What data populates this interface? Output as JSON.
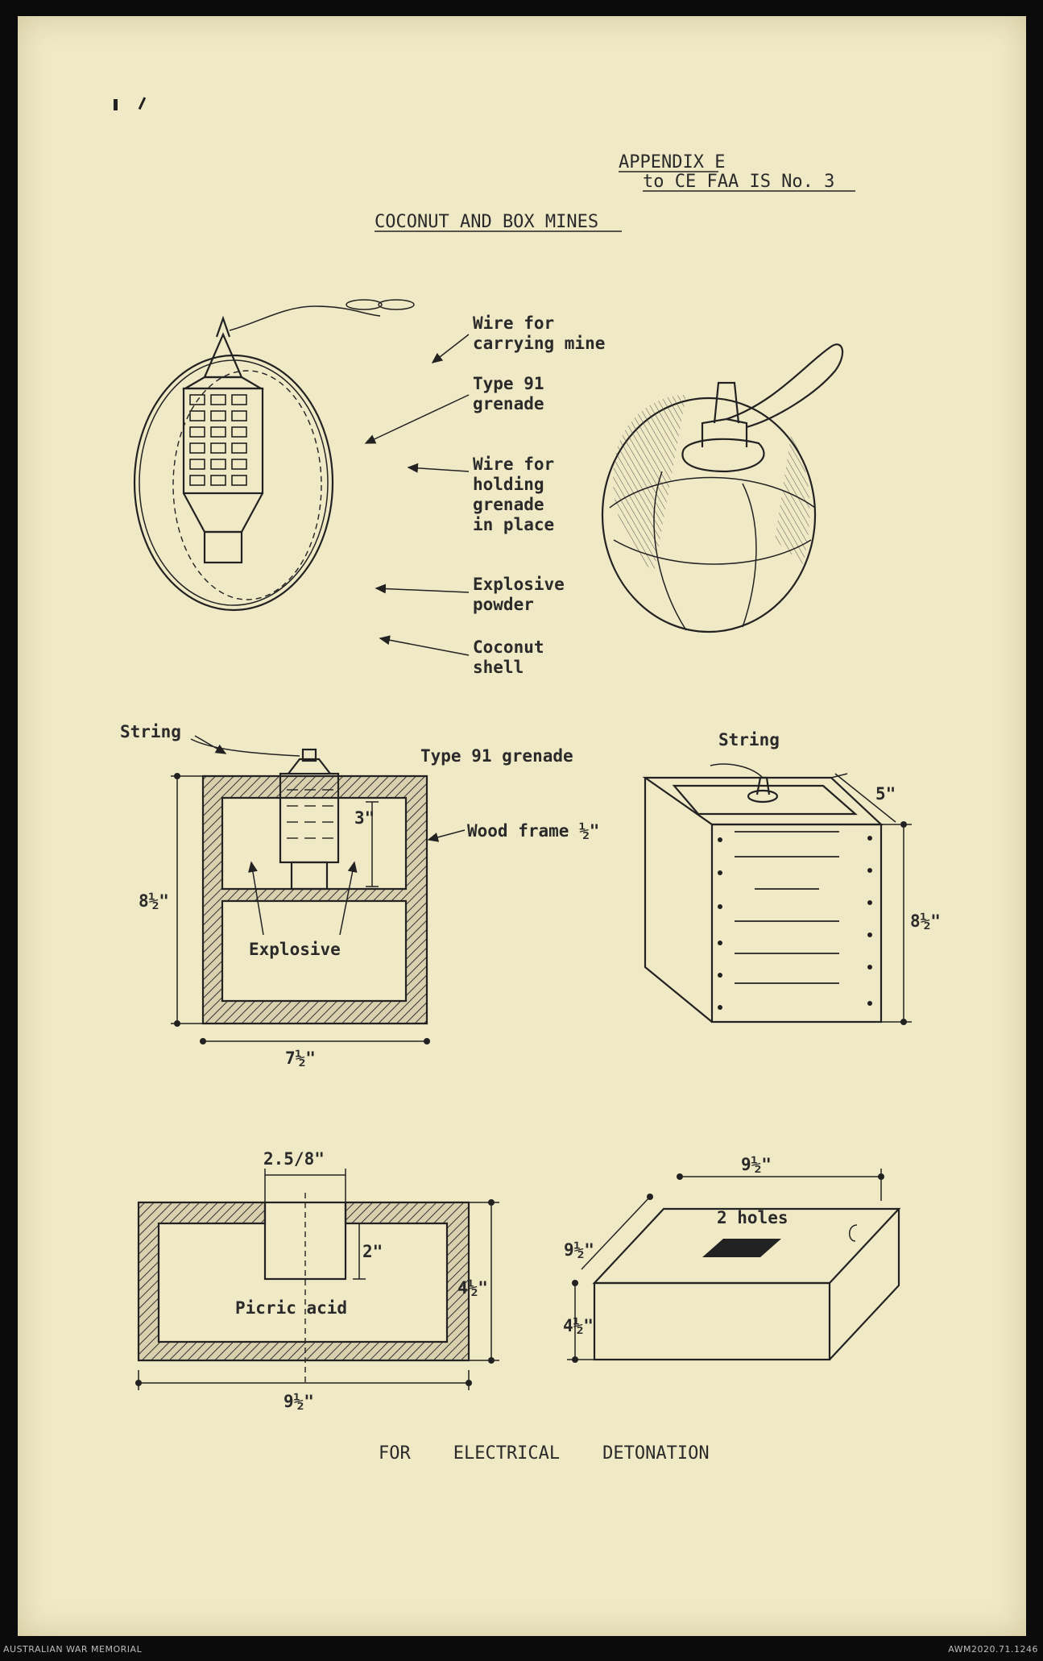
{
  "header": {
    "appendix": "APPENDIX E",
    "reference": "to CE FAA IS No. 3",
    "title": "COCONUT AND BOX MINES"
  },
  "coconut_mine": {
    "labels": {
      "wire_carry_1": "Wire for",
      "wire_carry_2": "carrying mine",
      "grenade_1": "Type 91",
      "grenade_2": "grenade",
      "wire_hold_1": "Wire for",
      "wire_hold_2": "holding",
      "wire_hold_3": "grenade",
      "wire_hold_4": "in place",
      "powder_1": "Explosive",
      "powder_2": "powder",
      "shell_1": "Coconut",
      "shell_2": "shell"
    }
  },
  "box_mine": {
    "labels": {
      "string_left": "String",
      "grenade": "Type 91 grenade",
      "wood_frame": "Wood frame ½\"",
      "depth": "3\"",
      "height_left": "8½\"",
      "explosive": "Explosive",
      "width": "7½\"",
      "string_right": "String",
      "top_dim": "5\"",
      "height_right": "8½\""
    }
  },
  "flat_mine": {
    "labels": {
      "hole_width": "2.5/8\"",
      "hole_depth": "2\"",
      "height": "4½\"",
      "charge": "Picric acid",
      "width": "9½\"",
      "top_width": "9½\"",
      "holes": "2 holes",
      "side_width": "9½\"",
      "side_height": "4½\""
    }
  },
  "caption": "FOR    ELECTRICAL    DETONATION",
  "footer": {
    "left": "AUSTRALIAN WAR MEMORIAL",
    "right": "AWM2020.71.1246"
  }
}
